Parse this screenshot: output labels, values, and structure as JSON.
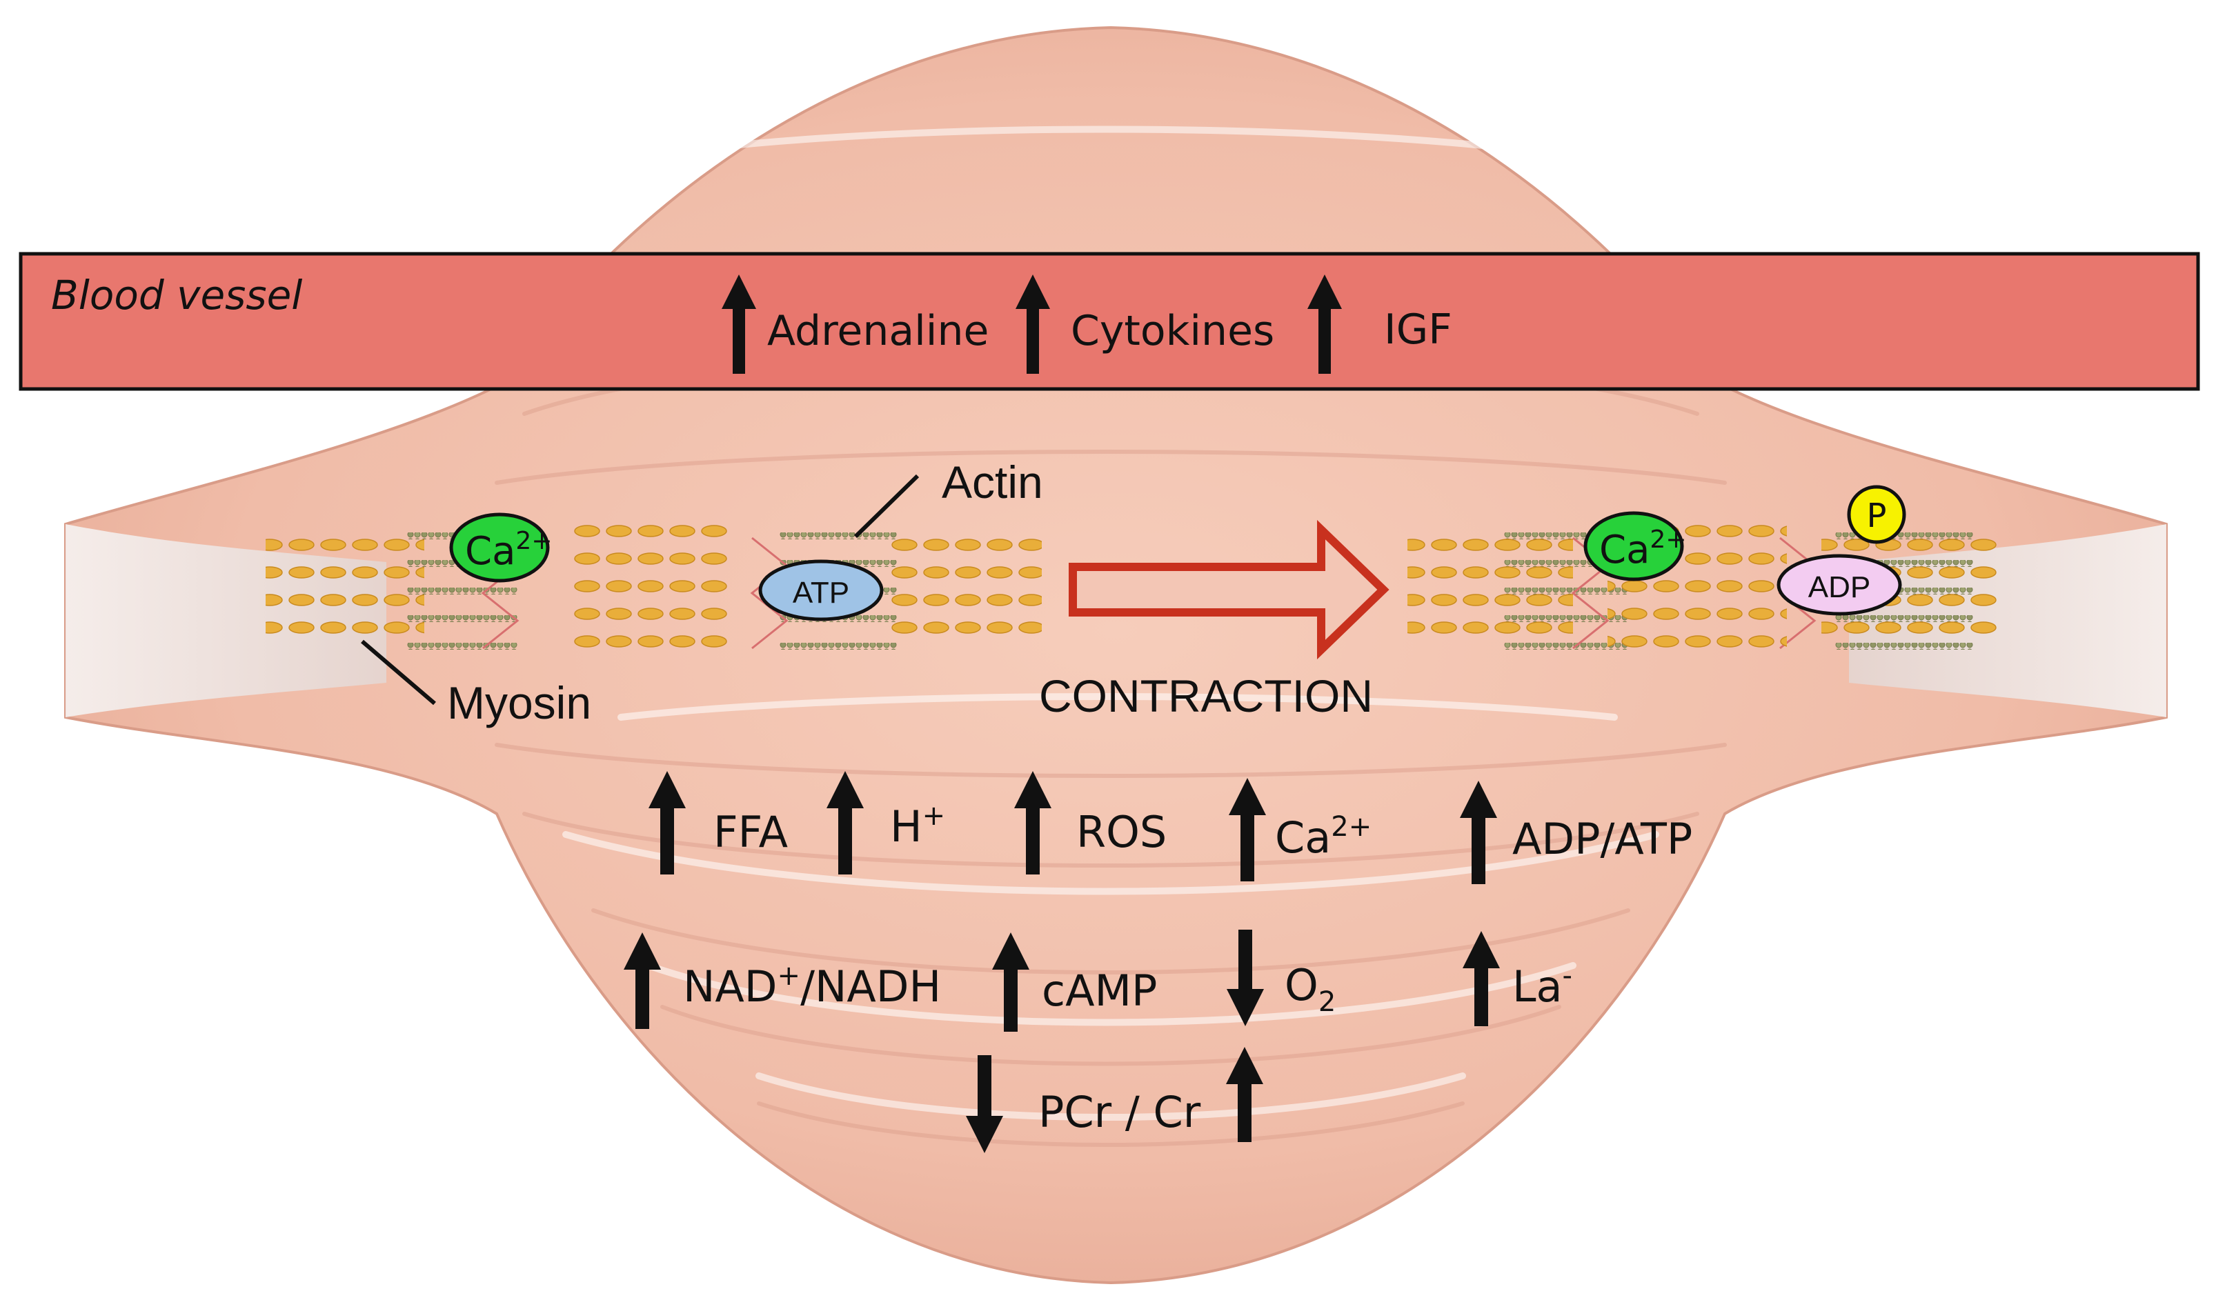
{
  "blood_vessel": {
    "label": "Blood vessel",
    "markers": [
      {
        "direction": "up",
        "label": "Adrenaline"
      },
      {
        "direction": "up",
        "label": "Cytokines"
      },
      {
        "direction": "up",
        "label": "IGF"
      }
    ]
  },
  "filament_labels": {
    "actin": "Actin",
    "myosin": "Myosin"
  },
  "molecules": {
    "calcium_left": {
      "base": "Ca",
      "sup": "2+"
    },
    "atp": "ATP",
    "calcium_right": {
      "base": "Ca",
      "sup": "2+"
    },
    "phosphate": "P",
    "adp": "ADP"
  },
  "contraction_label": "CONTRACTION",
  "metabolites": {
    "row1": [
      {
        "direction": "up",
        "label": "FFA"
      },
      {
        "direction": "up",
        "base": "H",
        "sup": "+"
      },
      {
        "direction": "up",
        "label": "ROS"
      },
      {
        "direction": "up",
        "base": "Ca",
        "sup": "2+"
      },
      {
        "direction": "up",
        "label": "ADP/ATP"
      }
    ],
    "row2": [
      {
        "direction": "up",
        "base": "NAD",
        "sup": "+",
        "rest": "/NADH"
      },
      {
        "direction": "up",
        "label": "cAMP"
      },
      {
        "direction": "down",
        "base": "O",
        "sub": "2"
      },
      {
        "direction": "up",
        "base": "La",
        "sup": "-"
      }
    ],
    "row3": {
      "left_direction": "down",
      "label": "PCr / Cr",
      "right_direction": "up"
    }
  },
  "colors": {
    "muscle_fill": "#f0c0ae",
    "muscle_shade": "#d99a86",
    "tendon": "#ece6e4",
    "vessel_fill": "#e8776e",
    "calcium": "#27d13a",
    "atp": "#9fc3e6",
    "adp": "#f3ccf1",
    "phosphate": "#f7f200",
    "contraction_arrow": "#c8311e",
    "filament": "#e8b13e"
  }
}
